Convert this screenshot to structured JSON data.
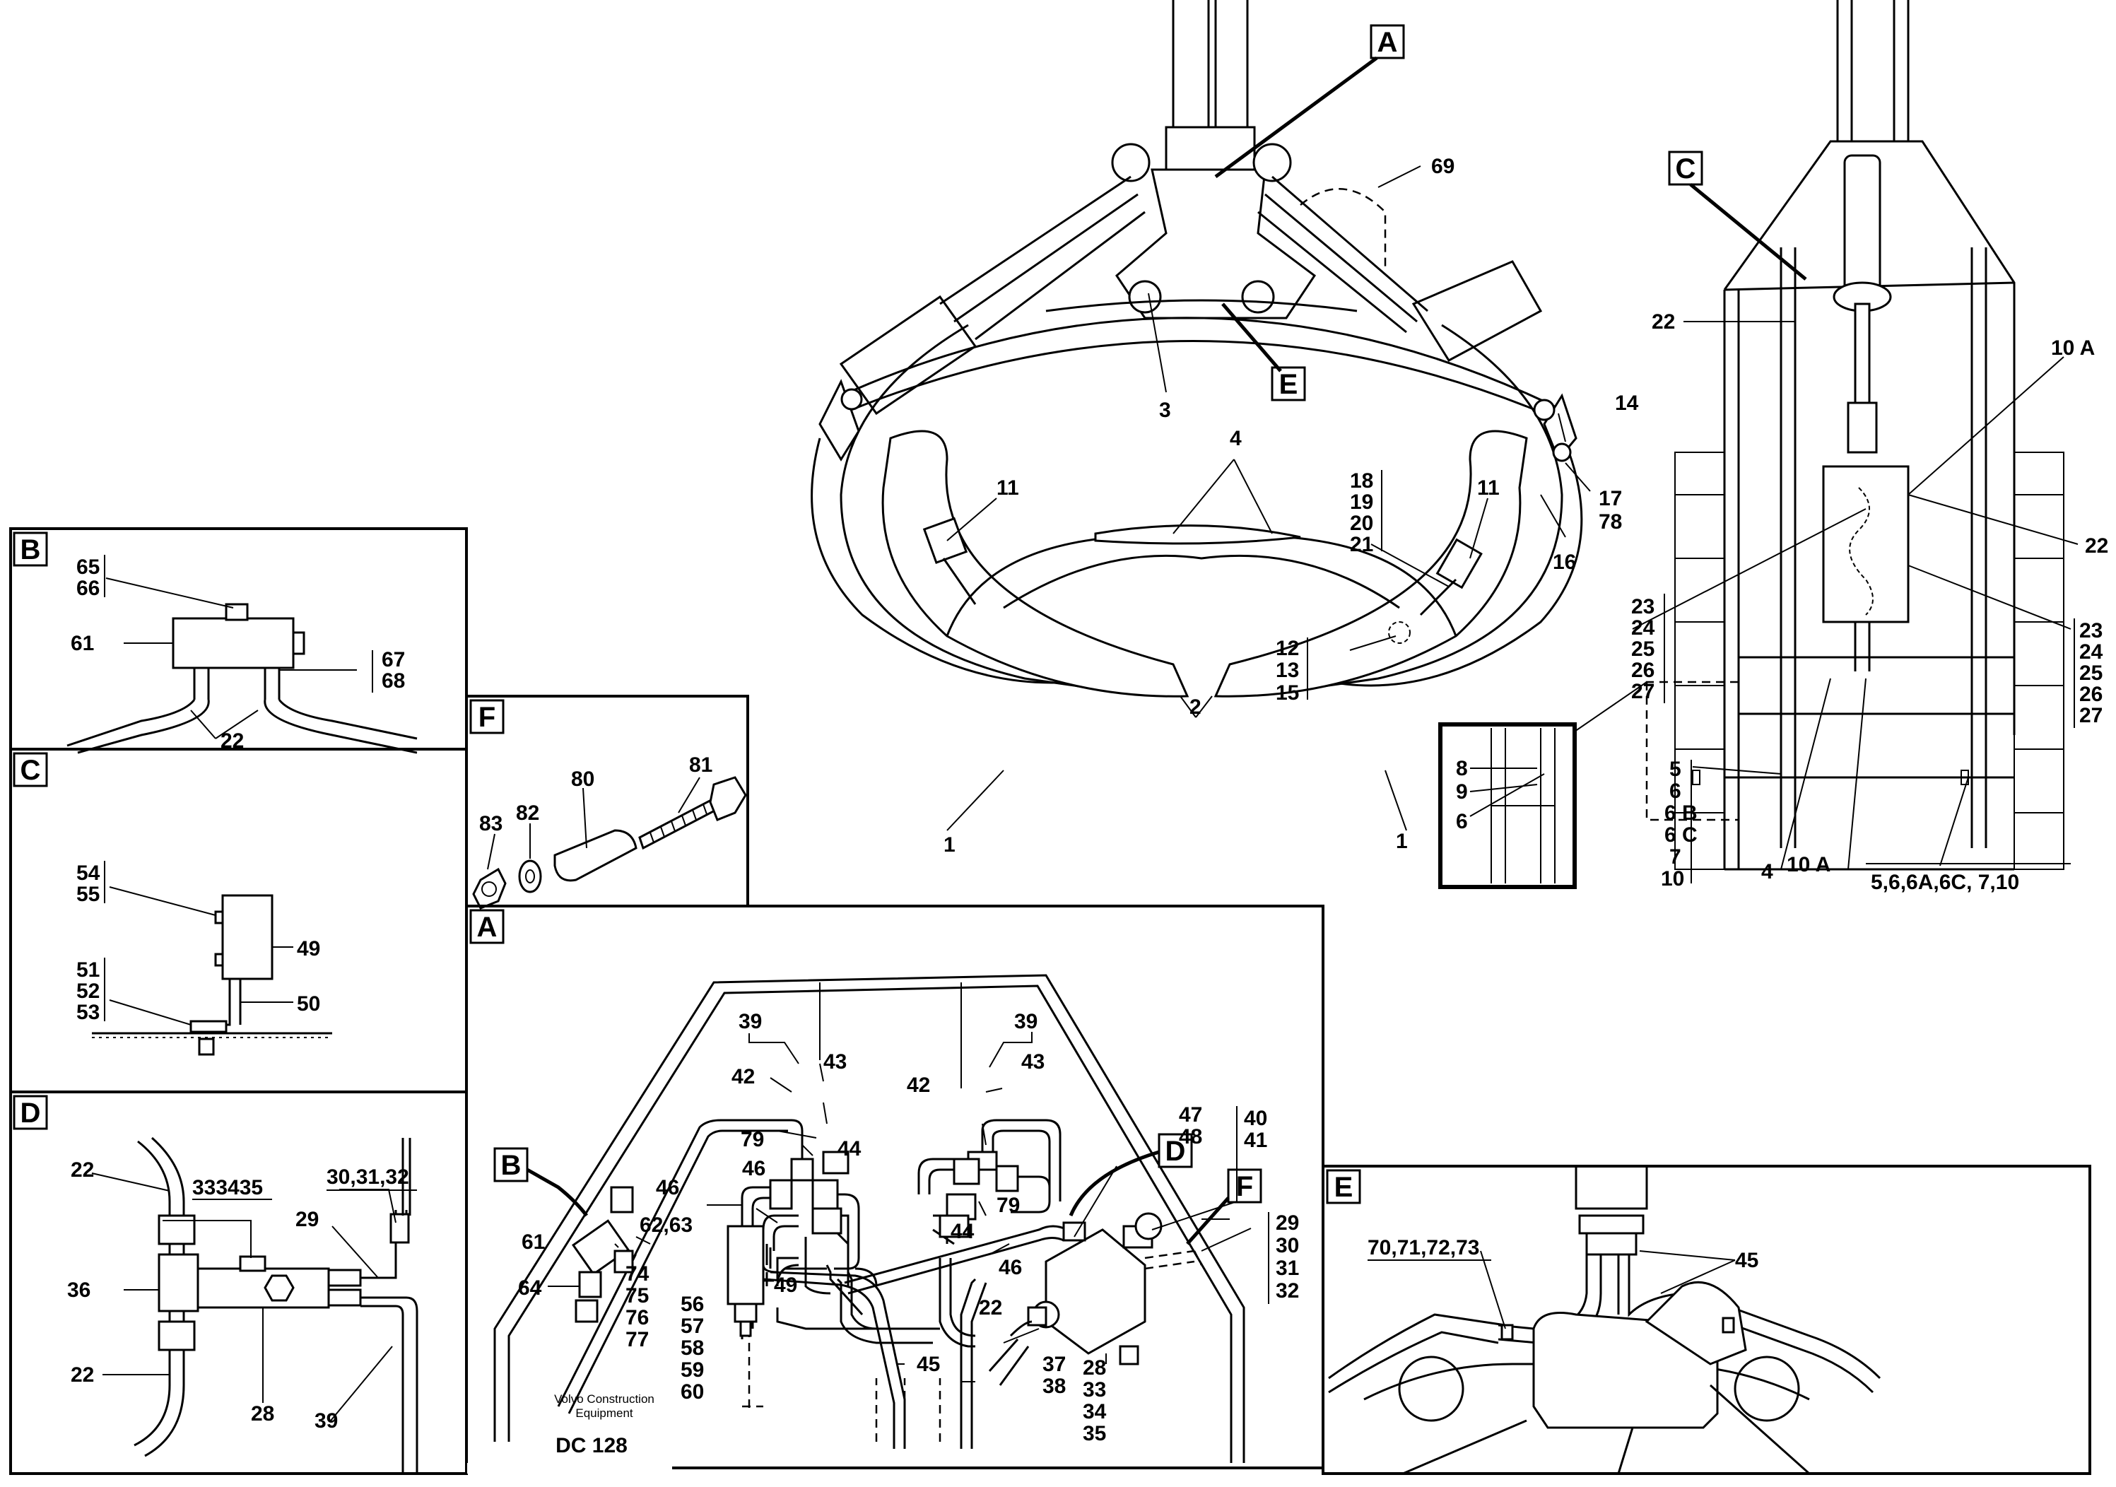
{
  "callout_boxes": {
    "A": "A",
    "B": "B",
    "C": "C",
    "D": "D",
    "E": "E",
    "F": "F"
  },
  "labels": {
    "main": {
      "n69": "69",
      "n3": "3",
      "n4": "4",
      "n11a": "11",
      "n11b": "11",
      "n14": "14",
      "n17": "17",
      "n78": "78",
      "n16": "16",
      "n18": "18",
      "n19": "19",
      "n20": "20",
      "n21": "21",
      "n12": "12",
      "n13": "13",
      "n15": "15",
      "n2": "2",
      "n1a": "1",
      "n1b": "1"
    },
    "side": {
      "n22a": "22",
      "n10a_top": "10 A",
      "n22b": "22",
      "l23": "23",
      "l24": "24",
      "l25": "25",
      "l26": "26",
      "l27": "27",
      "r23": "23",
      "r24": "24",
      "r25": "25",
      "r26": "26",
      "r27": "27",
      "n5": "5",
      "n6": "6",
      "n6b": "6 B",
      "n6c": "6 C",
      "n7": "7",
      "n10": "10",
      "n4": "4",
      "n10a_bot": "10 A",
      "bottom_list": "5,6,6A,6C, 7,10",
      "inset_8": "8",
      "inset_9": "9",
      "inset_6": "6"
    },
    "panel_b": {
      "n65": "65",
      "n66": "66",
      "n61": "61",
      "n67": "67",
      "n68": "68",
      "n22": "22"
    },
    "panel_c": {
      "n54": "54",
      "n55": "55",
      "n49": "49",
      "n51": "51",
      "n52": "52",
      "n53": "53",
      "n50": "50"
    },
    "panel_d": {
      "n22a": "22",
      "n333435": "333435",
      "n303132": "30,31,32",
      "n29": "29",
      "n36": "36",
      "n22b": "22",
      "n28": "28",
      "n39": "39"
    },
    "panel_f": {
      "n83": "83",
      "n82": "82",
      "n80": "80",
      "n81": "81"
    },
    "panel_a": {
      "n39a": "39",
      "n43a": "43",
      "n42a": "42",
      "n79a": "79",
      "n44a": "44",
      "n46a": "46",
      "n46b": "46",
      "n39b": "39",
      "n43b": "43",
      "n42b": "42",
      "n44b": "44",
      "n79b": "79",
      "n46c": "46",
      "n47": "47",
      "n48": "48",
      "n40": "40",
      "n41": "41",
      "n29": "29",
      "n30": "30",
      "n31": "31",
      "n32": "32",
      "n61": "61",
      "n6263": "62,63",
      "n64": "64",
      "n74": "74",
      "n75": "75",
      "n76": "76",
      "n77": "77",
      "n56": "56",
      "n57": "57",
      "n58": "58",
      "n59": "59",
      "n60": "60",
      "n49": "49",
      "n45": "45",
      "n22": "22",
      "n37": "37",
      "n38": "38",
      "n28": "28",
      "n33": "33",
      "n34": "34",
      "n35": "35"
    },
    "panel_e": {
      "n70to73": "70,71,72,73",
      "n45": "45"
    }
  },
  "footer": {
    "company_line1": "Volvo Construction",
    "company_line2": "Equipment",
    "code": "DC 128"
  }
}
